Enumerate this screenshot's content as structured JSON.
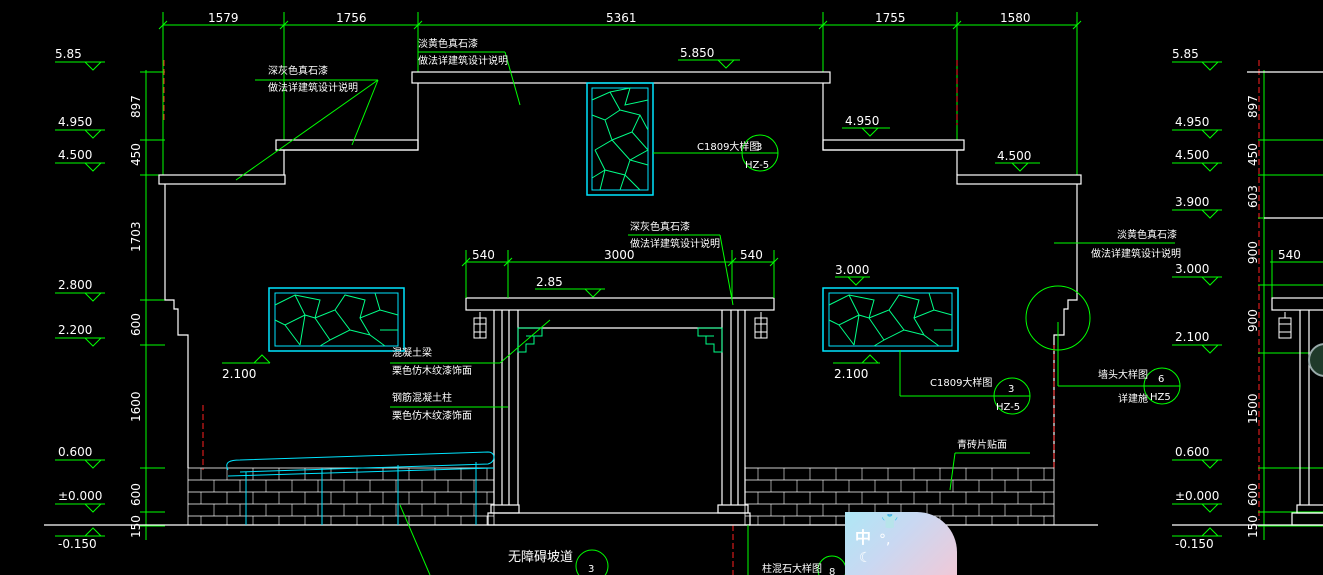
{
  "dimensions_top": [
    "1579",
    "1756",
    "5361",
    "1755",
    "1580"
  ],
  "dimensions_middle": [
    "540",
    "3000",
    "540"
  ],
  "dimensions_right": [
    "540"
  ],
  "levels_left": [
    "5.85",
    "4.950",
    "4.500",
    "2.800",
    "2.200",
    "0.600",
    "±0.000",
    "-0.150"
  ],
  "levels_right": [
    "5.85",
    "4.950",
    "4.500",
    "3.900",
    "3.000",
    "2.100",
    "0.600",
    "±0.000",
    "-0.150"
  ],
  "levels_drawing": {
    "top_roof": "5.850",
    "right_eave": "4.950",
    "right_step": "4.500",
    "gate_beam": "2.85",
    "right_window_top": "3.000",
    "left_window_sill": "2.100",
    "right_window_sill": "2.100"
  },
  "vertical_dims_left": [
    "897",
    "450",
    "1703",
    "600",
    "1600",
    "600",
    "150"
  ],
  "vertical_dims_right": [
    "897",
    "450",
    "603",
    "900",
    "900",
    "1500",
    "600",
    "150"
  ],
  "notes": {
    "top_center_1": "淡黄色真石漆",
    "top_center_2": "做法详建筑设计说明",
    "top_left_1": "深灰色真石漆",
    "top_left_2": "做法详建筑设计说明",
    "mid_1": "深灰色真石漆",
    "mid_2": "做法详建筑设计说明",
    "right_1": "淡黄色真石漆",
    "right_2": "做法详建筑设计说明",
    "beam_1": "混凝土梁",
    "beam_2": "栗色仿木纹漆饰面",
    "col_1": "钢筋混凝土柱",
    "col_2": "栗色仿木纹漆饰面",
    "brick": "青砖片贴面",
    "ramp": "无障碍坡道",
    "post": "柱混石大样图",
    "corner_1": "墙头大样图",
    "corner_2": "详建施"
  },
  "callouts": {
    "c1_label": "C1809大样图",
    "c1_num": "3",
    "c1_sheet": "HZ-5",
    "c2_label": "C1809大样图",
    "c2_num": "3",
    "c2_sheet": "HZ-5",
    "c3_num": "6",
    "c3_sheet": "HZ5",
    "ramp_num": "3",
    "post_num": "8"
  },
  "ime": {
    "char": "中",
    "punct": "°,"
  },
  "colors": {
    "background": "#000000",
    "green": "#00ff00",
    "cyan": "#00e5ff",
    "white": "#ffffff",
    "red": "#ff2020"
  }
}
